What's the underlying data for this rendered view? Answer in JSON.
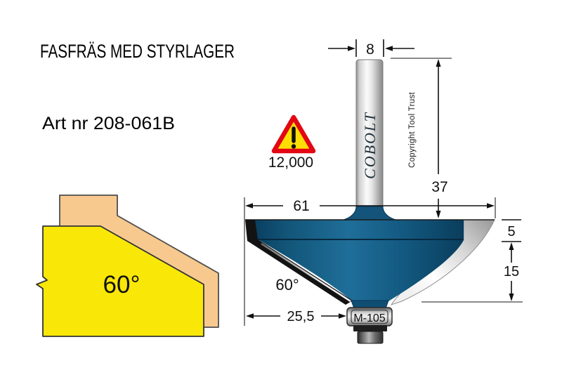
{
  "header": {
    "title": "FASFRÄS MED STYRLAGER",
    "art_nr": "Art nr 208-061B"
  },
  "warning": {
    "max_rpm": "12,000",
    "triangle_fill": "#ffdf03",
    "triangle_border": "#e30613"
  },
  "profile": {
    "angle": "60°",
    "front_board_color": "#f9e708",
    "back_board_color": "#f8c98f"
  },
  "cutter": {
    "brand": "COBOLT",
    "copyright": "Copyright Tool Trust",
    "bearing_label": "M-105",
    "chamfer_angle": "60°",
    "body_color": "#15597f",
    "dims": {
      "shank_diameter": "8",
      "shank_length": "37",
      "cutting_diameter": "61",
      "edge_height": "5",
      "cutting_depth": "15",
      "tip_width": "25,5"
    }
  }
}
